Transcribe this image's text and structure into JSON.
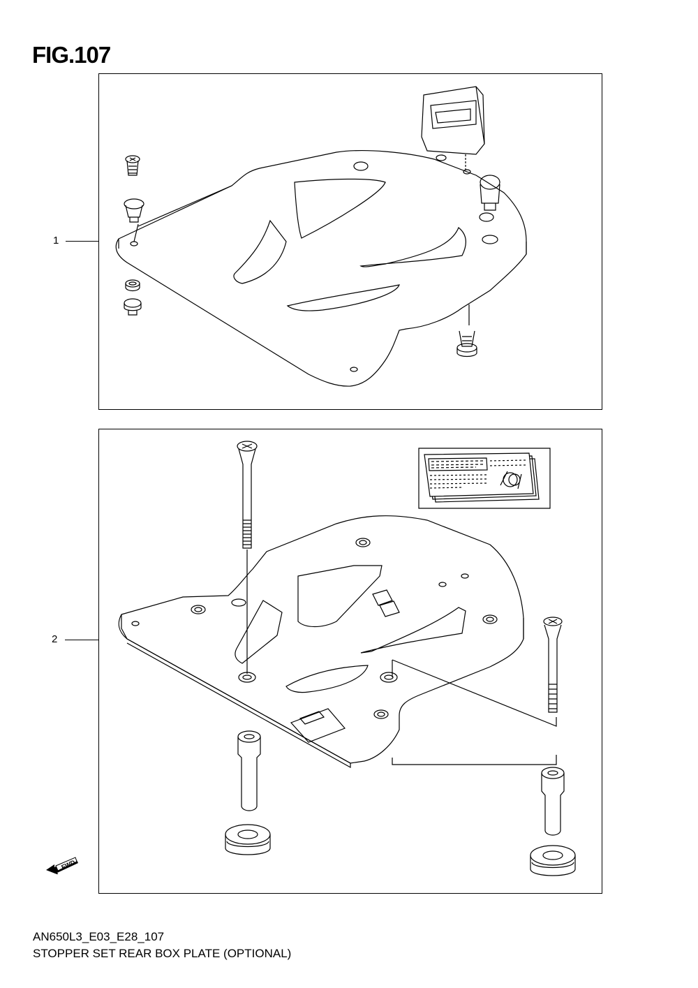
{
  "figure": {
    "title": "FIG.107"
  },
  "callouts": [
    {
      "number": "1"
    },
    {
      "number": "2"
    }
  ],
  "footer": {
    "code": "AN650L3_E03_E28_107",
    "description": "STOPPER SET REAR BOX PLATE (OPTIONAL)"
  },
  "fwd_arrow": {
    "label": "FWD"
  }
}
